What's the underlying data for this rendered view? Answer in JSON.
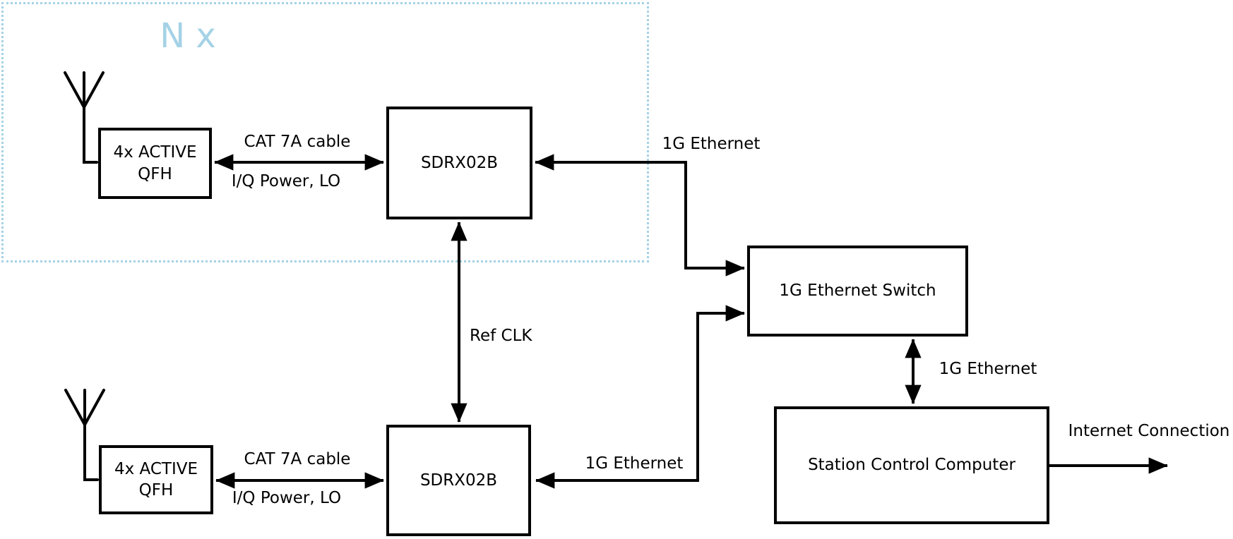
{
  "diagram": {
    "background_color": "#ffffff",
    "line_color": "#000000",
    "accent_color": "#a5d2e6",
    "repeat_group": {
      "label": "N x"
    },
    "nodes": {
      "qfh_top": {
        "label": "4x ACTIVE QFH"
      },
      "sdrx_top": {
        "label": "SDRX02B"
      },
      "qfh_bottom": {
        "label": "4x ACTIVE QFH"
      },
      "sdrx_bottom": {
        "label": "SDRX02B"
      },
      "ethernet_switch": {
        "label": "1G Ethernet Switch"
      },
      "station_control_computer": {
        "label": "Station Control Computer"
      }
    },
    "edge_labels": {
      "cat7a_top": "CAT 7A cable",
      "iq_top": "I/Q Power, LO",
      "eth_top": "1G Ethernet",
      "ref_clk": "Ref CLK",
      "eth_bottom": "1G Ethernet",
      "eth_switch_pc": "1G Ethernet",
      "internet": "Internet Connection",
      "cat7a_bottom": "CAT 7A cable",
      "iq_bottom": "I/Q Power, LO"
    },
    "icons": {
      "antenna_top": "antenna-icon",
      "antenna_bottom": "antenna-icon"
    }
  }
}
